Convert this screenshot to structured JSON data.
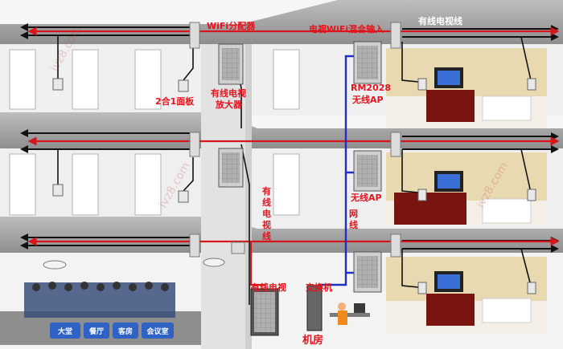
{
  "labels": {
    "wifi_splitter": "WiFi分配器",
    "tv_wifi_mixed_input": "电视WiFi混合输入",
    "cable_tv_line_top": "有线电视线",
    "panel_2in1": "2合1面板",
    "cable_tv_amplifier_line1": "有线电视",
    "cable_tv_amplifier_line2": "放大器",
    "rm2028_model": "RM2028",
    "wireless_ap_top": "无线AP",
    "wireless_ap_mid": "无线AP",
    "network_cable": "网线",
    "cable_tv_line_vertical": "有线电视线",
    "cable_tv_source": "有线电视",
    "switch": "交换机",
    "machine_room": "机房"
  },
  "zones": [
    "大堂",
    "餐厅",
    "客房",
    "会议室"
  ],
  "watermark": "ivz8.com",
  "colors": {
    "red_label": "#e8121b",
    "white_label": "#ffffff",
    "cable_tv_line": "#d6161d",
    "network_line": "#1f2fc4",
    "black_line": "#111111",
    "floor": "#9a9a9a",
    "wall": "#ececec"
  }
}
